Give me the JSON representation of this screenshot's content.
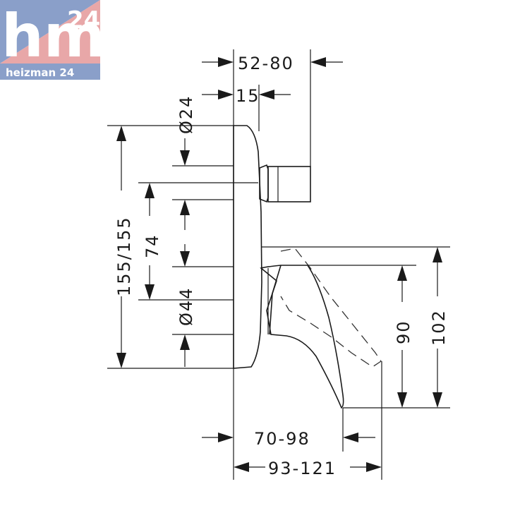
{
  "logo": {
    "main": "hm",
    "number": "24",
    "caption": "heizman 24",
    "colors": {
      "blue": "#8a9fc9",
      "pink": "#e8a7a8",
      "bar": "#8a9fc9"
    }
  },
  "dimensions": {
    "d52_80": "52-80",
    "d15": "15",
    "d24": "Ø24",
    "d155": "155/155",
    "d74": "74",
    "d44": "Ø44",
    "d90": "90",
    "d102": "102",
    "d70_98": "70-98",
    "d93_121": "93-121"
  }
}
